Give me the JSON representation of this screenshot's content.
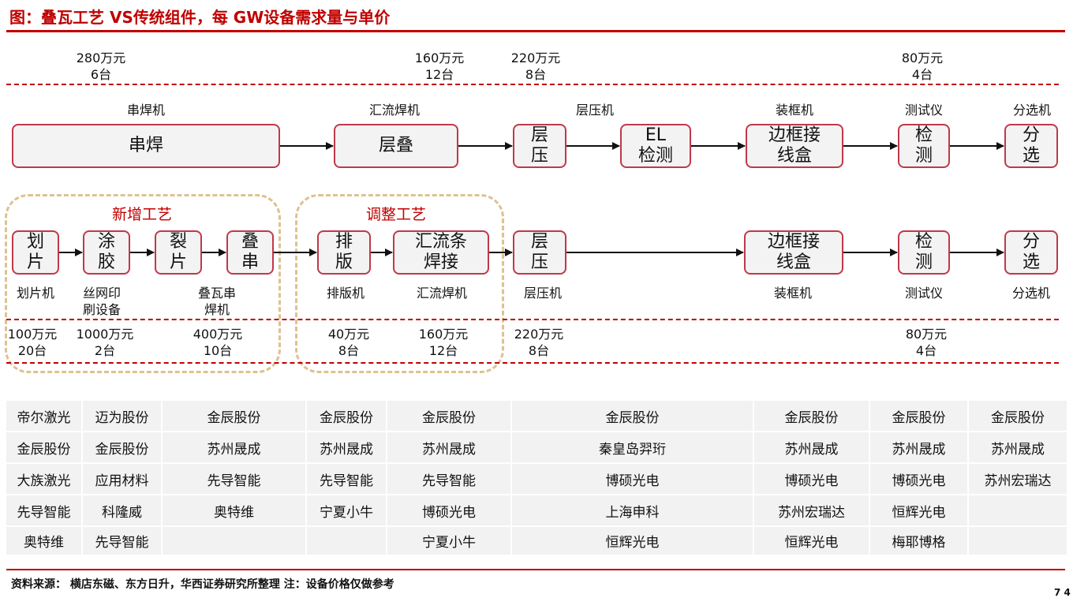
{
  "title": "图：叠瓦工艺 VS传统组件，每 GW设备需求量与单价",
  "top_costs": [
    {
      "id": "chuanhan",
      "line1": "280万元",
      "line2": "6台"
    },
    {
      "id": "huiliu",
      "line1": "160万元",
      "line2": "12台"
    },
    {
      "id": "cengya",
      "line1": "220万元",
      "line2": "8台"
    },
    {
      "id": "ceshi",
      "line1": "80万元",
      "line2": "4台"
    }
  ],
  "traditional": {
    "machines": [
      "串焊机",
      "汇流焊机",
      "层压机",
      "装框机",
      "测试仪",
      "分选机"
    ],
    "steps": [
      "串焊",
      "层叠",
      "层\n压",
      "EL\n检测",
      "边框接\n线盒",
      "检\n测",
      "分\n选"
    ]
  },
  "shingled": {
    "group_new": "新增工艺",
    "group_adjust": "调整工艺",
    "steps": [
      "划\n片",
      "涂\n胶",
      "裂\n片",
      "叠\n串",
      "排\n版",
      "汇流条\n焊接",
      "层\n压",
      "边框接\n线盒",
      "检\n测",
      "分\n选"
    ],
    "machines": [
      "划片机",
      "丝网印\n刷设备",
      "叠瓦串\n焊机",
      "排版机",
      "汇流焊机",
      "层压机",
      "装框机",
      "测试仪",
      "分选机"
    ]
  },
  "bottom_costs": [
    {
      "id": "huapian",
      "line1": "100万元",
      "line2": "20台"
    },
    {
      "id": "tujiao",
      "line1": "1000万元",
      "line2": "2台"
    },
    {
      "id": "diechuan",
      "line1": "400万元",
      "line2": "10台"
    },
    {
      "id": "paiban",
      "line1": "40万元",
      "line2": "8台"
    },
    {
      "id": "huiliu",
      "line1": "160万元",
      "line2": "12台"
    },
    {
      "id": "cengya",
      "line1": "220万元",
      "line2": "8台"
    },
    {
      "id": "ceshi",
      "line1": "80万元",
      "line2": "4台"
    }
  ],
  "suppliers": [
    [
      "帝尔激光",
      "迈为股份",
      "金辰股份",
      "金辰股份",
      "金辰股份",
      "金辰股份",
      "金辰股份",
      "金辰股份",
      "金辰股份"
    ],
    [
      "金辰股份",
      "金辰股份",
      "苏州晟成",
      "苏州晟成",
      "苏州晟成",
      "秦皇岛羿珩",
      "苏州晟成",
      "苏州晟成",
      "苏州晟成"
    ],
    [
      "大族激光",
      "应用材料",
      "先导智能",
      "先导智能",
      "先导智能",
      "博硕光电",
      "博硕光电",
      "博硕光电",
      "苏州宏瑞达"
    ],
    [
      "先导智能",
      "科隆威",
      "奥特维",
      "宁夏小牛",
      "博硕光电",
      "上海申科",
      "苏州宏瑞达",
      "恒辉光电",
      ""
    ],
    [
      "奥特维",
      "先导智能",
      "",
      "",
      "宁夏小牛",
      "恒辉光电",
      "恒辉光电",
      "梅耶博格",
      ""
    ]
  ],
  "source": "资料来源：  横店东磁、东方日升，华西证券研究所整理  注：设备价格仅做参考",
  "page_mark": "7 4",
  "colors": {
    "accent": "#c00000",
    "box_border": "#c0384a",
    "box_fill": "#f3f3f3",
    "group_border": "#ddc290",
    "cell_fill": "#f2f2f2"
  }
}
